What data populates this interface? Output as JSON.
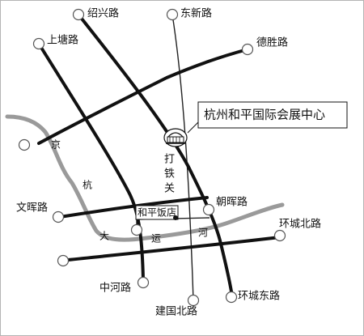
{
  "map": {
    "colors": {
      "road": "#111111",
      "thin_road": "#222222",
      "canal": "#9a9a9a",
      "node_fill": "#ffffff",
      "node_stroke": "#555555"
    },
    "roads": {
      "shaoxing": "绍兴路",
      "dongxin": "东新路",
      "shangtang": "上塘路",
      "desheng": "德胜路",
      "wenhui": "文晖路",
      "chaohui": "朝晖路",
      "huanchengbei": "环城北路",
      "zhonghe": "中河路",
      "jianguobei": "建国北路",
      "huanchengdong": "环城东路"
    },
    "venue": {
      "name": "杭州和平国际会展中心",
      "icon": "building-icon"
    },
    "hotel": {
      "name": "和平饭店"
    },
    "dati_guan": [
      "打",
      "铁",
      "关"
    ],
    "canal": {
      "chars": [
        "京",
        "杭",
        "大",
        "运",
        "河"
      ]
    }
  }
}
